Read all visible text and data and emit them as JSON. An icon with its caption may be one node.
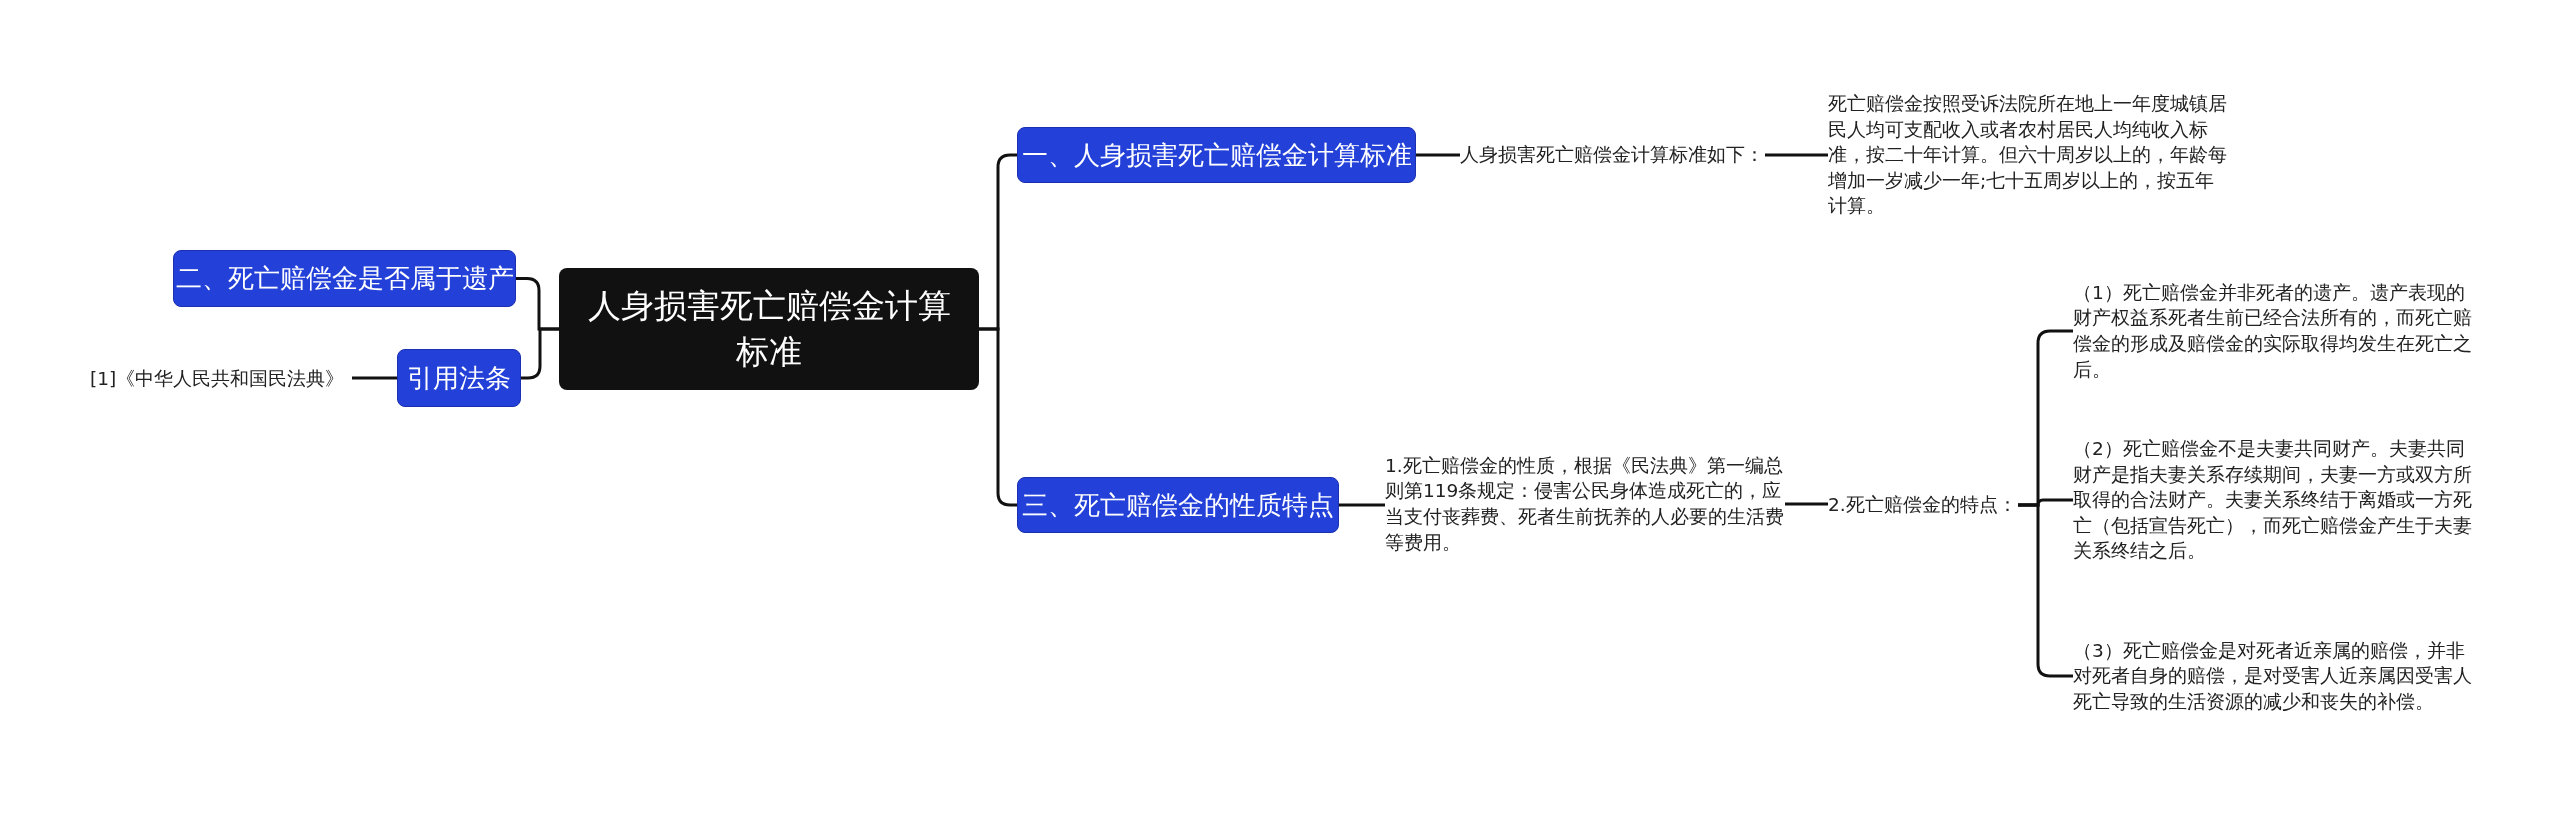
{
  "diagram": {
    "nodes": [
      {
        "text": [
          "人身损害死亡赔偿金计算标准"
        ]
      },
      {
        "text": [
          "一、人身损害死亡赔偿金计算标准"
        ]
      },
      {
        "text": [
          "人身损害死亡赔偿金计算标准如下："
        ]
      },
      {
        "text": [
          "死亡赔偿金按照受诉法院所在地上一年度城镇居民人均可支配收入或者农村居民人均纯收入标准，按二十年计算。但六十周岁以上的，年龄每增加一岁减少一年;七十五周岁以上的，按五年计算。"
        ]
      },
      {
        "text": [
          "三、死亡赔偿金的性质特点"
        ]
      },
      {
        "text": [
          "1.死亡赔偿金的性质，根据《民法典》第一编总则第119条规定：侵害公民身体造成死亡的，应当支付丧葬费、死者生前抚养的人必要的生活费等费用。"
        ]
      },
      {
        "text": [
          "2.死亡赔偿金的特点："
        ]
      },
      {
        "text": [
          "（1）死亡赔偿金并非死者的遗产。遗产表现的财产权益系死者生前已经合法所有的，而死亡赔偿金的形成及赔偿金的实际取得均发生在死亡之后。"
        ]
      },
      {
        "text": [
          "（2）死亡赔偿金不是夫妻共同财产。夫妻共同财产是指夫妻关系存续期间，夫妻一方或双方所取得的合法财产。夫妻关系终结于离婚或一方死亡（包括宣告死亡），而死亡赔偿金产生于夫妻关系终结之后。"
        ]
      },
      {
        "text": [
          "（3）死亡赔偿金是对死者近亲属的赔偿，并非对死者自身的赔偿，是对受害人近亲属因受害人死亡导致的生活资源的减少和丧失的补偿。"
        ]
      },
      {
        "text": [
          "二、死亡赔偿金是否属于遗产"
        ]
      },
      {
        "text": [
          "引用法条"
        ]
      },
      {
        "text": [
          "[1]《中华人民共和国民法典》"
        ]
      }
    ],
    "edges": [
      {
        "from": 0,
        "to": 1,
        "arrow": "none"
      },
      {
        "from": 1,
        "to": 2,
        "arrow": "none"
      },
      {
        "from": 2,
        "to": 3,
        "arrow": "none"
      },
      {
        "from": 0,
        "to": 4,
        "arrow": "none"
      },
      {
        "from": 4,
        "to": 5,
        "arrow": "none"
      },
      {
        "from": 5,
        "to": 6,
        "arrow": "none"
      },
      {
        "from": 6,
        "to": 7,
        "arrow": "none"
      },
      {
        "from": 6,
        "to": 8,
        "arrow": "none"
      },
      {
        "from": 6,
        "to": 9,
        "arrow": "none"
      },
      {
        "from": 0,
        "to": 10,
        "arrow": "none"
      },
      {
        "from": 0,
        "to": 11,
        "arrow": "none"
      },
      {
        "from": 11,
        "to": 12,
        "arrow": "none"
      }
    ]
  }
}
